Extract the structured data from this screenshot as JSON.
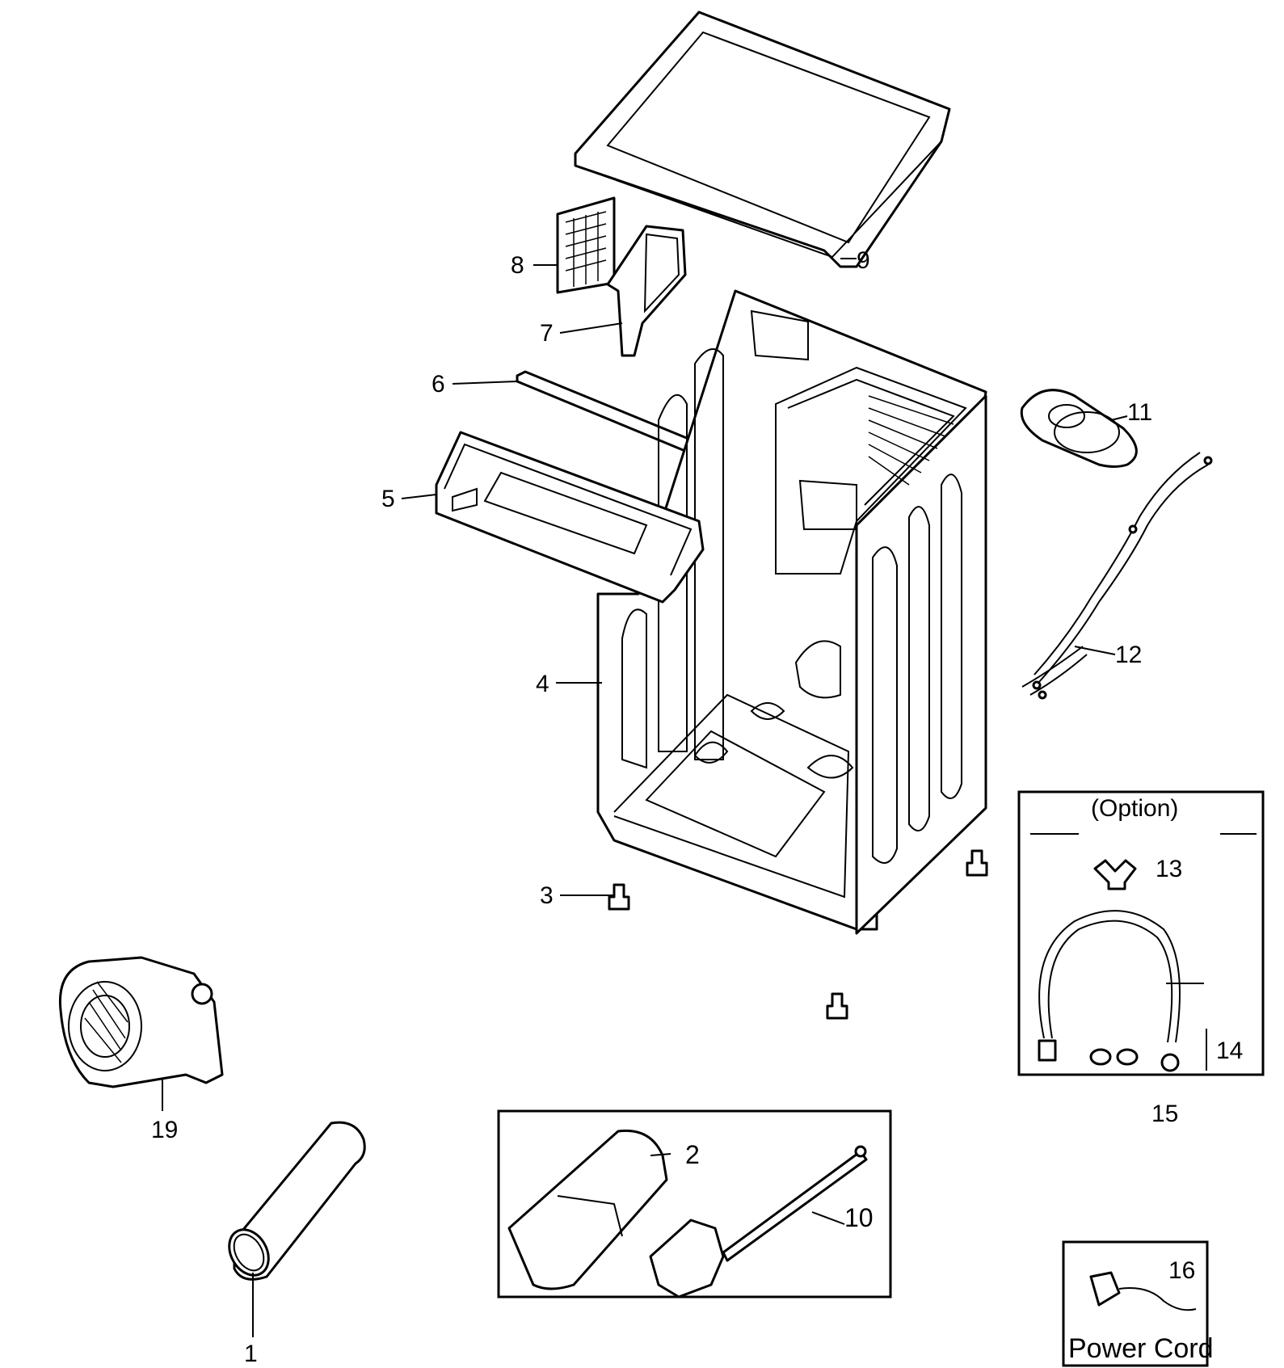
{
  "callouts": [
    {
      "id": "1",
      "label": "1"
    },
    {
      "id": "2",
      "label": "2"
    },
    {
      "id": "3",
      "label": "3"
    },
    {
      "id": "4",
      "label": "4"
    },
    {
      "id": "5",
      "label": "5"
    },
    {
      "id": "6",
      "label": "6"
    },
    {
      "id": "7",
      "label": "7"
    },
    {
      "id": "8",
      "label": "8"
    },
    {
      "id": "9",
      "label": "9"
    },
    {
      "id": "10",
      "label": "10"
    },
    {
      "id": "11",
      "label": "11"
    },
    {
      "id": "12",
      "label": "12"
    },
    {
      "id": "13",
      "label": "13"
    },
    {
      "id": "14",
      "label": "14"
    },
    {
      "id": "15",
      "label": "15"
    },
    {
      "id": "16",
      "label": "16"
    },
    {
      "id": "19",
      "label": "19"
    }
  ],
  "option_box": {
    "title": "(Option)"
  },
  "power_cord_box": {
    "caption": "Power Cord"
  }
}
